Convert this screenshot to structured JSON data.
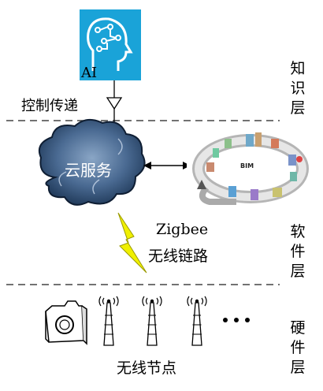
{
  "layers": {
    "knowledge": [
      "知",
      "识",
      "层"
    ],
    "software": [
      "软",
      "件",
      "层"
    ],
    "hardware": [
      "硬",
      "件",
      "层"
    ]
  },
  "ai_label": "AI",
  "control_label": "控制传递",
  "cloud_label": "云服务",
  "bim_label": "BIM",
  "link_label_1": "Zigbee",
  "link_label_2": "无线链路",
  "nodes_label": "无线节点",
  "colors": {
    "ai_box": "#1aa3d8",
    "cloud_dark": "#1f3a5c",
    "cloud_light": "#6f8fb3",
    "lightning": "#f0f000",
    "dash": "#444444"
  }
}
